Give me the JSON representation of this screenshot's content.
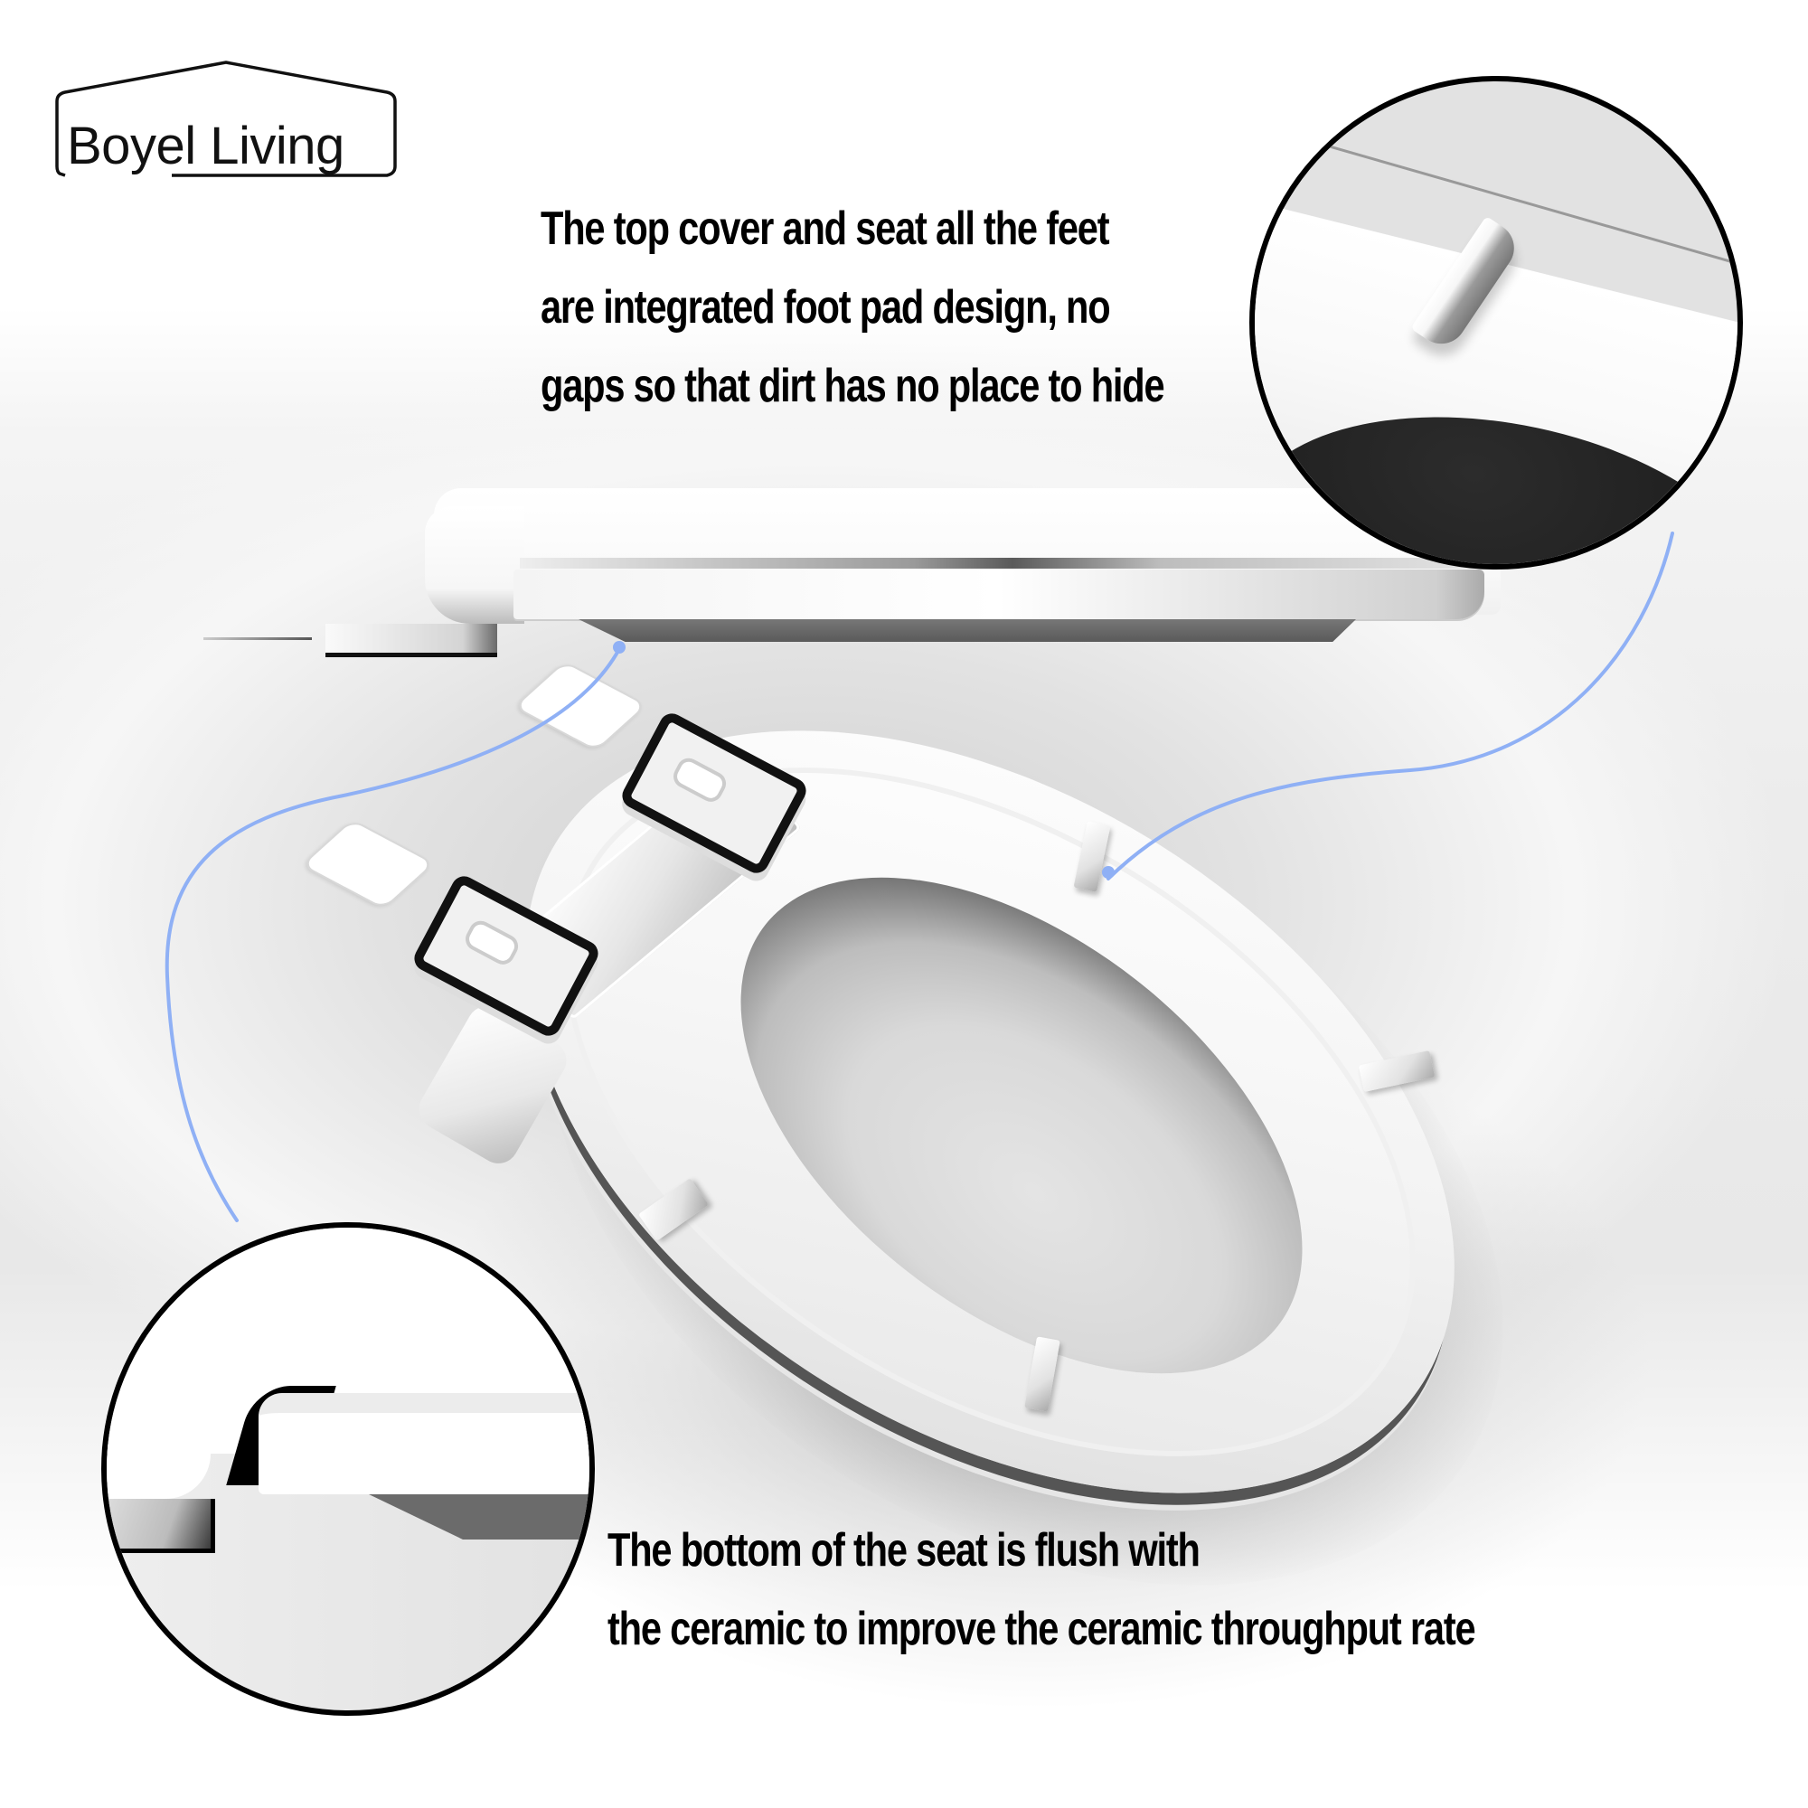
{
  "brand": {
    "name": "Boyel Living",
    "logo_icon": "house-outline-icon"
  },
  "captions": {
    "top": {
      "lines": [
        "The top cover and seat all the feet",
        "are integrated foot pad design, no",
        "gaps so that dirt has no place to hide"
      ]
    },
    "bottom": {
      "lines": [
        "The bottom of the seat is flush with",
        "the ceramic to improve the ceramic throughput rate"
      ]
    }
  },
  "callouts": [
    {
      "id": "foot-pad-detail",
      "description": "magnified integrated foot pad on seat rim",
      "shape": "circle"
    },
    {
      "id": "flush-bottom-detail",
      "description": "magnified side profile of seat bottom flush with ceramic",
      "shape": "circle"
    }
  ],
  "colors": {
    "text": "#000000",
    "leader_line": "#8fb0f5",
    "circle_border": "#000000",
    "background": "#ffffff"
  }
}
